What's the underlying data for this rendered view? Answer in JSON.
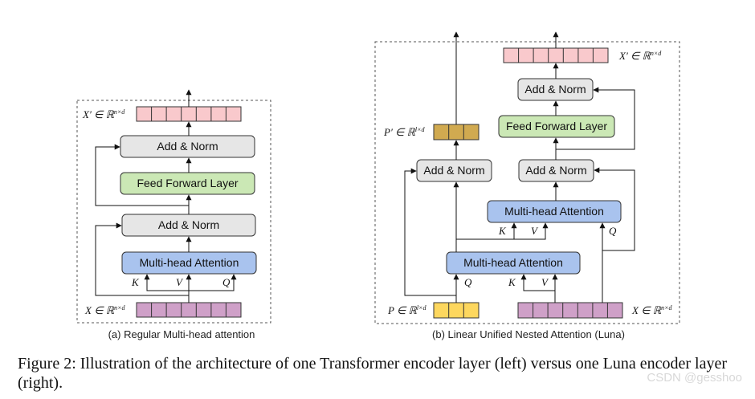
{
  "left": {
    "caption": "(a) Regular Multi-head attention",
    "output_label": "X′ ∈ ℝ",
    "output_sup": "n×d",
    "input_label": "X ∈ ℝ",
    "input_sup": "n×d",
    "add_norm_top": "Add & Norm",
    "ffn": "Feed Forward Layer",
    "add_norm_bottom": "Add & Norm",
    "attention": "Multi-head Attention",
    "k": "K",
    "v": "V",
    "q": "Q"
  },
  "right": {
    "caption": "(b) Linear Unified Nested Attention (Luna)",
    "output_label": "X′ ∈ ℝ",
    "output_sup": "n×d",
    "p_out_label": "P′ ∈ ℝ",
    "p_out_sup": "l×d",
    "p_in_label": "P ∈ ℝ",
    "p_in_sup": "l×d",
    "x_in_label": "X ∈ ℝ",
    "x_in_sup": "n×d",
    "add_norm_top": "Add & Norm",
    "ffn": "Feed Forward Layer",
    "add_norm_p": "Add & Norm",
    "add_norm_x": "Add & Norm",
    "attention_upper": "Multi-head Attention",
    "attention_lower": "Multi-head Attention",
    "k_upper": "K",
    "v_upper": "V",
    "q_upper": "Q",
    "q_lower": "Q",
    "k_lower": "K",
    "v_lower": "V"
  },
  "figure_caption": "Figure 2: Illustration of the architecture of one Transformer encoder layer (left) versus one Luna encoder layer (right).",
  "watermark": "CSDN @gesshoo",
  "colors": {
    "pink_cells": "#f9c9cc",
    "purple_cells": "#cfa0c8",
    "yellow_cells": "#fdd75e",
    "gold_cells": "#d1aa50",
    "gray_box": "#e6e6e6",
    "green_box": "#cbe8b5",
    "blue_box": "#a9c3ee"
  }
}
